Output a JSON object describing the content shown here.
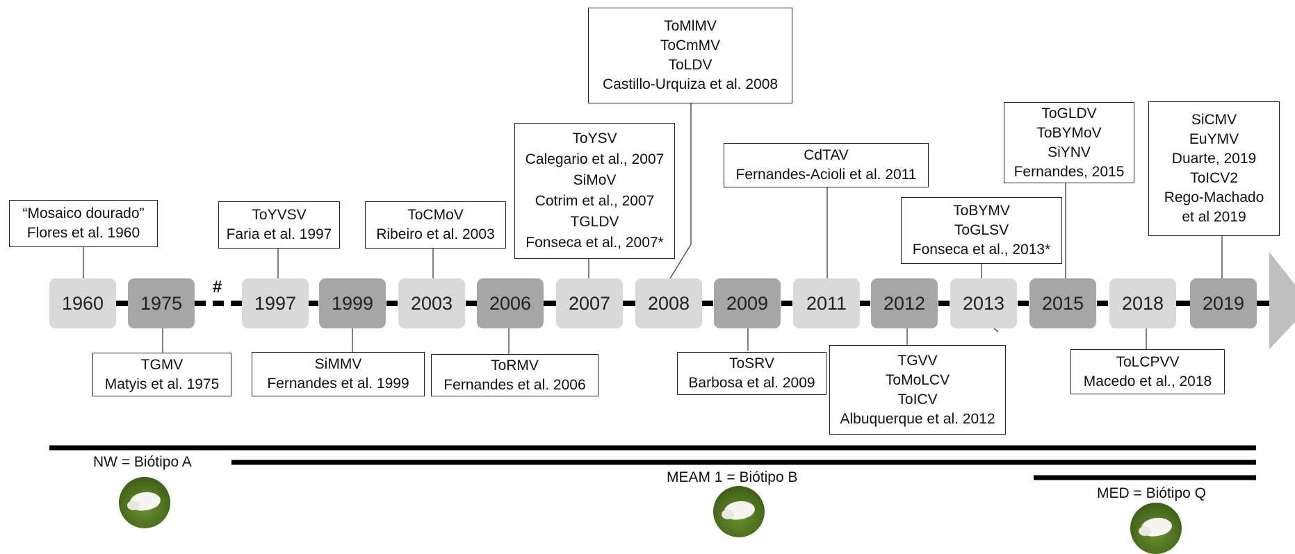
{
  "years": [
    {
      "label": "1960",
      "shade": "light"
    },
    {
      "label": "1975",
      "shade": "dark"
    },
    {
      "label": "1997",
      "shade": "light"
    },
    {
      "label": "1999",
      "shade": "dark"
    },
    {
      "label": "2003",
      "shade": "light"
    },
    {
      "label": "2006",
      "shade": "dark"
    },
    {
      "label": "2007",
      "shade": "light"
    },
    {
      "label": "2008",
      "shade": "light"
    },
    {
      "label": "2009",
      "shade": "dark"
    },
    {
      "label": "2011",
      "shade": "light"
    },
    {
      "label": "2012",
      "shade": "dark"
    },
    {
      "label": "2013",
      "shade": "light"
    },
    {
      "label": "2015",
      "shade": "dark"
    },
    {
      "label": "2018",
      "shade": "light"
    },
    {
      "label": "2019",
      "shade": "dark"
    }
  ],
  "gap_marker": "#",
  "notes": {
    "y1960": [
      "“Mosaico dourado”",
      "Flores et al. 1960"
    ],
    "y1975": [
      "TGMV",
      "Matyis et al. 1975"
    ],
    "y1997": [
      "ToYVSV",
      "Faria et al. 1997"
    ],
    "y1999": [
      "SiMMV",
      "Fernandes et al. 1999"
    ],
    "y2003": [
      "ToCMoV",
      "Ribeiro et al. 2003"
    ],
    "y2006": [
      "ToRMV",
      "Fernandes et al. 2006"
    ],
    "y2007": [
      "ToYSV",
      "Calegario et al., 2007",
      "SiMoV",
      "Cotrim et al., 2007",
      "TGLDV",
      "Fonseca et al., 2007*"
    ],
    "y2008": [
      "ToMlMV",
      "ToCmMV",
      "ToLDV",
      "Castillo-Urquiza et al. 2008"
    ],
    "y2009": [
      "ToSRV",
      "Barbosa et al. 2009"
    ],
    "y2011": [
      "CdTAV",
      "Fernandes-Acioli et al. 2011"
    ],
    "y2012": [
      "TGVV",
      "ToMoLCV",
      "ToICV",
      "Albuquerque et al. 2012"
    ],
    "y2013": [
      "ToBYMV",
      "ToGLSV",
      "Fonseca et al., 2013*"
    ],
    "y2015": [
      "ToGLDV",
      "ToBYMoV",
      "SiYNV",
      "Fernandes, 2015"
    ],
    "y2018": [
      "ToLCPVV",
      "Macedo et al., 2018"
    ],
    "y2019": [
      "SiCMV",
      "EuYMV",
      "Duarte, 2019",
      "ToICV2",
      "Rego-Machado",
      "et al 2019"
    ]
  },
  "biotypes": {
    "a": "NW = Biótipo A",
    "b": "MEAM 1 = Biótipo B",
    "q": "MED = Biótipo Q"
  },
  "colors": {
    "box_light": "#d9d9d9",
    "box_dark": "#a6a6a6",
    "arrow": "#bfbfbf",
    "line": "#000000"
  }
}
